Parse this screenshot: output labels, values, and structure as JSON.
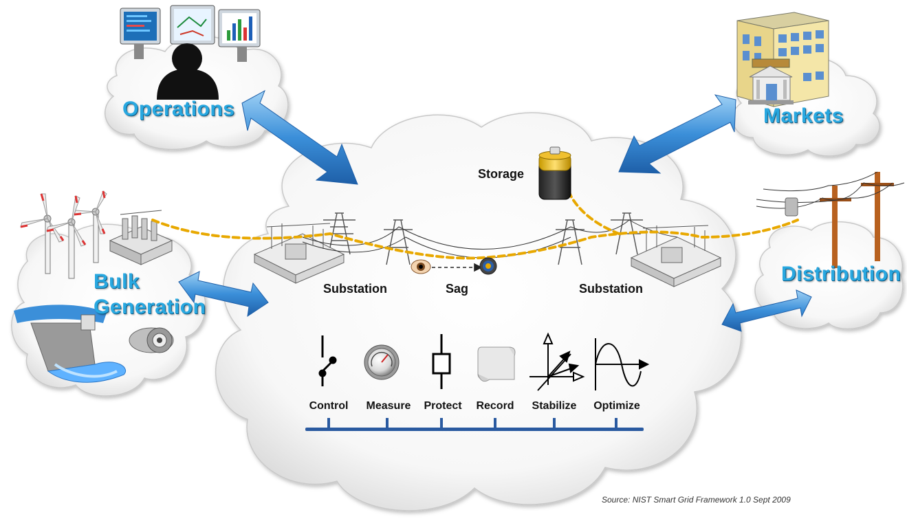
{
  "domains": {
    "operations": "Operations",
    "markets": "Markets",
    "bulk_generation_1": "Bulk",
    "bulk_generation_2": "Generation",
    "distribution": "Distribution"
  },
  "grid_labels": {
    "storage": "Storage",
    "substation_left": "Substation",
    "sag": "Sag",
    "substation_right": "Substation"
  },
  "functions": [
    "Control",
    "Measure",
    "Protect",
    "Record",
    "Stabilize",
    "Optimize"
  ],
  "source": "Source:  NIST Smart Grid Framework 1.0 Sept 2009",
  "colors": {
    "domain_text": "#29a8e0",
    "arrow": "#3b8fd9",
    "comm_line": "#f0b400",
    "bus": "#2a5aa0"
  }
}
